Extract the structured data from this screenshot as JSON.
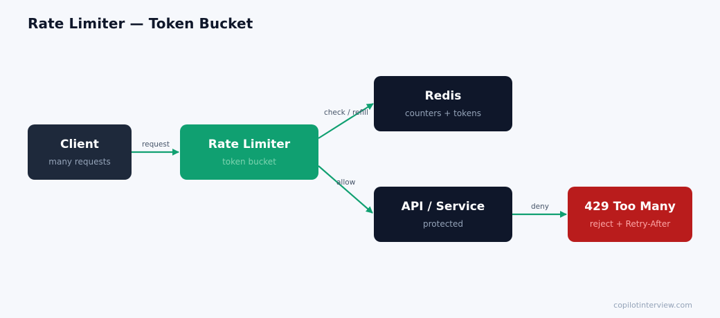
{
  "title": "Rate Limiter — Token Bucket",
  "nodes": {
    "client": {
      "title": "Client",
      "subtitle": "many requests",
      "color": "#1e293b",
      "subtitle_color": "#94a3b8"
    },
    "rate_limiter": {
      "title": "Rate Limiter",
      "subtitle": "token bucket",
      "color": "#10a071",
      "subtitle_color": "#7dd3b0"
    },
    "redis": {
      "title": "Redis",
      "subtitle": "counters + tokens",
      "color": "#0f172a",
      "subtitle_color": "#94a3b8"
    },
    "api": {
      "title": "API / Service",
      "subtitle": "protected",
      "color": "#0f172a",
      "subtitle_color": "#94a3b8"
    },
    "too_many": {
      "title": "429 Too Many",
      "subtitle": "reject + Retry-After",
      "color": "#b91c1c",
      "subtitle_color": "#fca5a5"
    }
  },
  "edges": {
    "request": "request",
    "check_refill": "check / refill",
    "allow": "allow",
    "deny": "deny"
  },
  "edge_color": "#10a071",
  "footer": "copilotinterview.com"
}
